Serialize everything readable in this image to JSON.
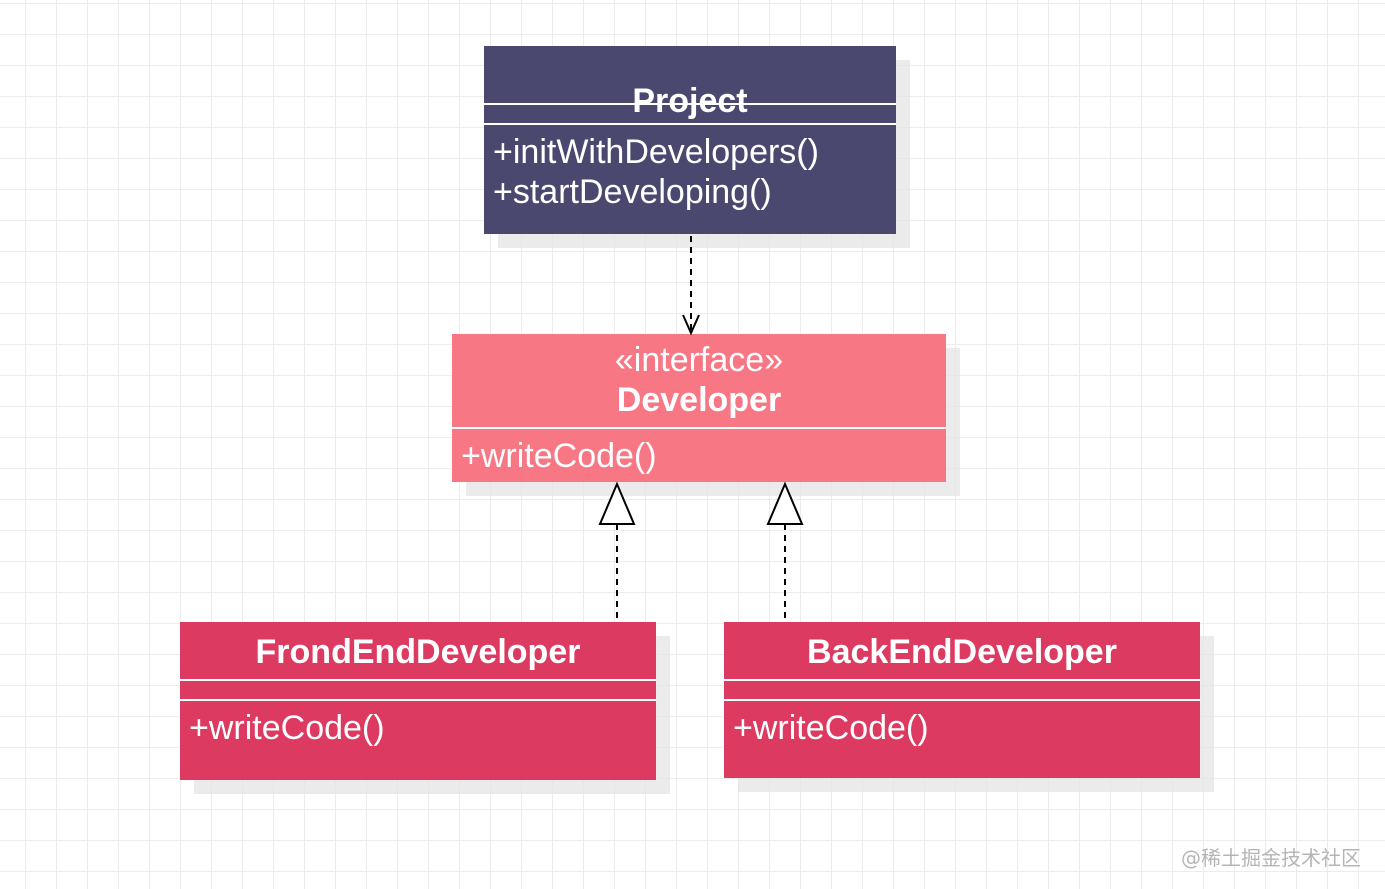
{
  "classes": {
    "project": {
      "name": "Project",
      "methods": [
        "+initWithDevelopers()",
        "+startDeveloping()"
      ],
      "color": "#4b4870"
    },
    "developer": {
      "stereotype": "«interface»",
      "name": "Developer",
      "methods": [
        "+writeCode()"
      ],
      "color": "#f87785"
    },
    "frontend": {
      "name": "FrondEndDeveloper",
      "methods": [
        "+writeCode()"
      ],
      "color": "#dc3a61"
    },
    "backend": {
      "name": "BackEndDeveloper",
      "methods": [
        "+writeCode()"
      ],
      "color": "#dc3a61"
    }
  },
  "relations": [
    {
      "from": "Project",
      "to": "Developer",
      "kind": "dependency"
    },
    {
      "from": "FrondEndDeveloper",
      "to": "Developer",
      "kind": "realization"
    },
    {
      "from": "BackEndDeveloper",
      "to": "Developer",
      "kind": "realization"
    }
  ],
  "watermark": "@稀土掘金技术社区"
}
